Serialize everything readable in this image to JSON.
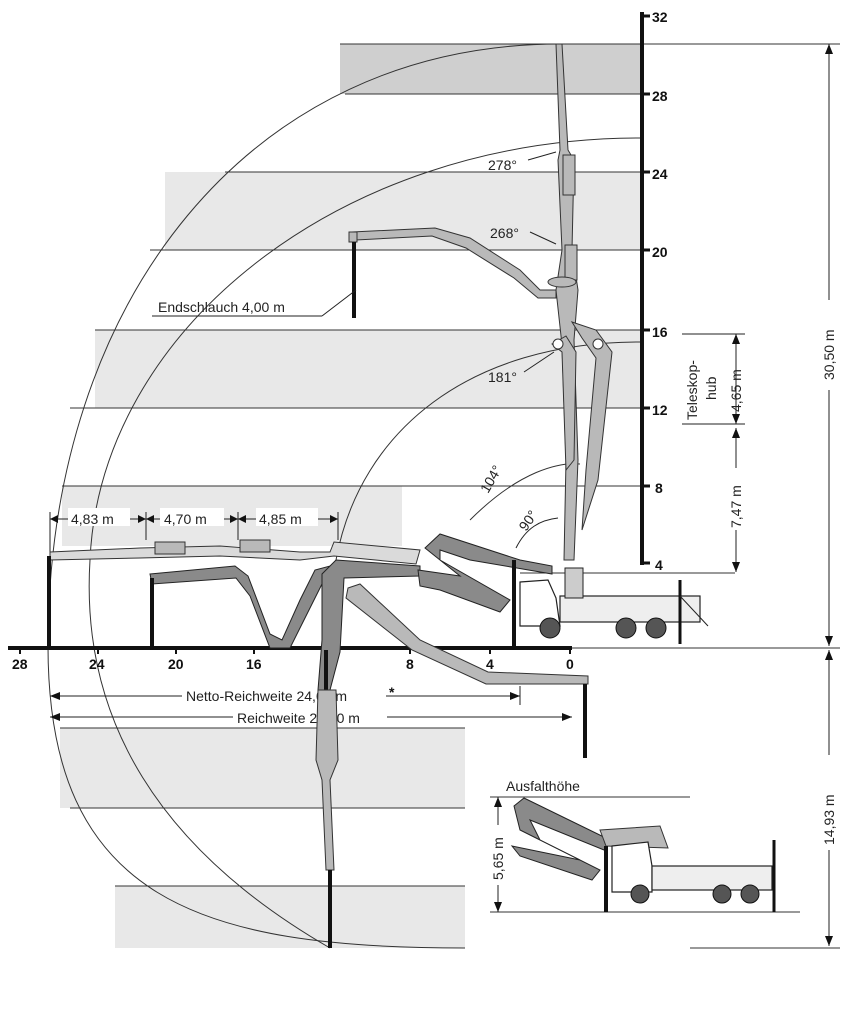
{
  "axis": {
    "height_ticks": [
      "32",
      "28",
      "24",
      "20",
      "16",
      "12",
      "8",
      "4"
    ],
    "reach_ticks": [
      "28",
      "24",
      "20",
      "16",
      "8",
      "4",
      "0"
    ]
  },
  "dimensions": {
    "total_height": "30,50 m",
    "below_ground": "14,93 m",
    "telescope_stroke": "4,65 m",
    "lower_height": "7,47 m",
    "segment_1": "4,83 m",
    "segment_2": "4,70 m",
    "segment_3": "4,85 m",
    "net_reach": "Netto-Reichweite 24,00 m",
    "net_reach_mark": "*",
    "reach": "Reichweite 26,50 m",
    "unfold_height": "5,65 m"
  },
  "labels": {
    "end_hose": "Endschlauch 4,00 m",
    "telescope_line1": "Teleskop-",
    "telescope_line2": "hub",
    "unfold_title": "Ausfalthöhe"
  },
  "angles": {
    "a278": "278°",
    "a268": "268°",
    "a181": "181°",
    "a104": "104°",
    "a90": "90°"
  }
}
